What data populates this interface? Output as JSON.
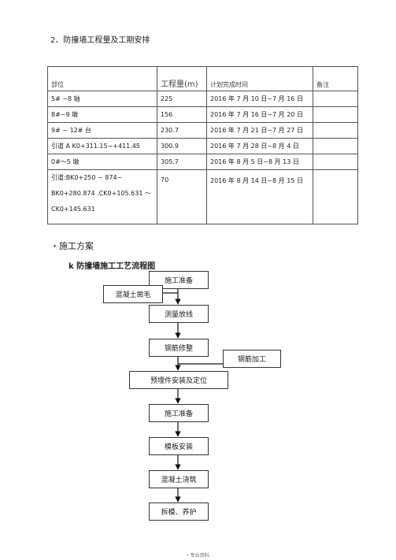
{
  "section_heading": "2、防撞墙工程量及工期安排",
  "table": {
    "headers": [
      "部位",
      "工程量(m)",
      "计划完成时间",
      "备注"
    ],
    "rows": [
      {
        "part": "5# ~8 轴",
        "qty": "225",
        "time": "2016 年 7 月 10 日~7 月 16 日",
        "note": ""
      },
      {
        "part": "8#~9 墩",
        "qty": "156",
        "time": "2016 年 7 月 16 日~7 月 20 日",
        "note": ""
      },
      {
        "part": "9# ~ 12# 台",
        "qty": "230.7",
        "time": "2016 年 7 月 21 日~7 月 27 日",
        "note": ""
      },
      {
        "part": "引道 A K0+311.15~+411.45",
        "qty": "300.9",
        "time": "2016 年 7 月 28 日~8 月 4 日",
        "note": ""
      },
      {
        "part": "0#～5 墩",
        "qty": "305.7",
        "time": "2016 年 8 月 5 日~8 月 13 日",
        "note": ""
      },
      {
        "part_lines": [
          "引道:BK0+250 ~ 874~",
          "BK0+280.874 .CK0+105.631 ～",
          "CK0+145.631"
        ],
        "qty": "70",
        "time": "2016 年 8 月 14 日~8 月 15 日",
        "note": ""
      }
    ]
  },
  "plan_heading": "・施工方案",
  "flow_title": "k 防撞墙施工工艺流程图",
  "flow": {
    "main_steps": [
      "施工准备",
      "测量放线",
      "钢筋修整",
      "预埋件安装及定位",
      "施工准备",
      "模板安装",
      "混凝土浇筑",
      "拆模、养护"
    ],
    "side_left": "混凝土凿毛",
    "side_right": "钢筋加工"
  },
  "footer_note": "・专业资料."
}
